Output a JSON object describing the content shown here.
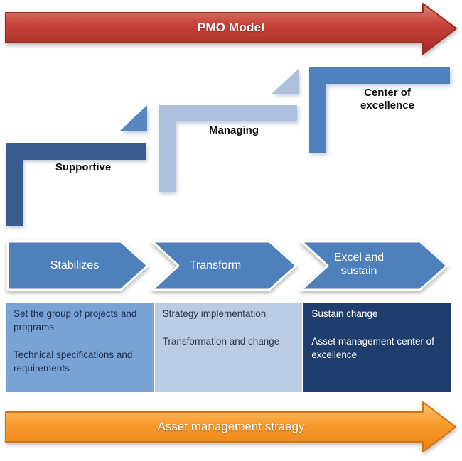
{
  "diagram": {
    "top_arrow": {
      "label": "PMO Model",
      "fill_top": "#DF867C",
      "fill_mid": "#C8443A",
      "fill_bottom": "#A32A23",
      "border": "#992B25"
    },
    "steps": [
      {
        "label": "Supportive",
        "color": "#395B8D"
      },
      {
        "label": "Managing",
        "color": "#ACC0DE"
      },
      {
        "label": "Center of excellence",
        "color": "#4E81BD"
      }
    ],
    "step_triangles": [
      {
        "name": "up-step-triangle-1",
        "color": "#5886C0"
      },
      {
        "name": "up-step-triangle-2",
        "color": "#ACC0DE"
      }
    ],
    "chevrons": [
      {
        "label": "Stabilizes",
        "color": "#4E80BC"
      },
      {
        "label": "Transform",
        "color": "#4E80BC"
      },
      {
        "label": "Excel and sustain",
        "color": "#4E80BC"
      }
    ],
    "boxes": [
      {
        "bg": "#79A3D5",
        "text_color": "#1C2F4E",
        "items": [
          "Set the group of projects and programs",
          "Technical specifications and requirements"
        ]
      },
      {
        "bg": "#BACBE4",
        "text_color": "#2B3A4D",
        "items": [
          "Strategy implementation",
          "Transformation and change"
        ]
      },
      {
        "bg": "#1F3D6D",
        "text_color": "#FFFFFF",
        "items": [
          "Sustain change",
          "Asset management center of excellence"
        ]
      }
    ],
    "bottom_arrow": {
      "label": "Asset management straegy",
      "fill_top": "#FCC277",
      "fill_mid": "#F89C2C",
      "fill_bottom": "#EC7F11",
      "border": "#D4730F"
    }
  }
}
